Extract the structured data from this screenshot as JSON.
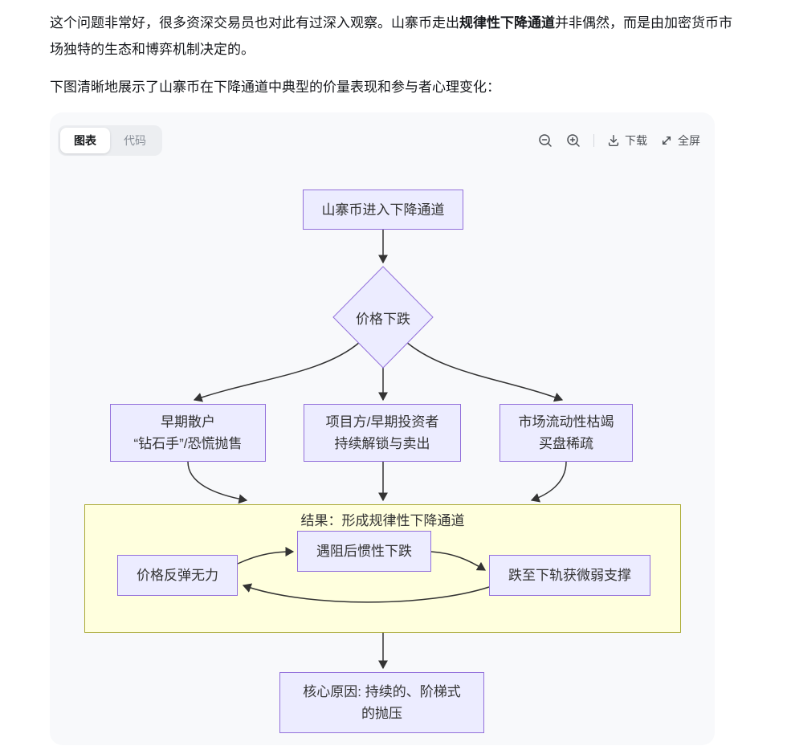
{
  "intro": {
    "p1_before": "这个问题非常好，很多资深交易员也对此有过深入观察。山寨币走出",
    "p1_bold": "规律性下降通道",
    "p1_after": "并非偶然，而是由加密货币市场独特的生态和博弈机制决定的。",
    "p2": "下图清晰地展示了山寨币在下降通道中典型的价量表现和参与者心理变化："
  },
  "panel": {
    "tabs": {
      "chart": "图表",
      "code": "代码"
    },
    "toolbar": {
      "zoom_out_icon": "magnifier-minus",
      "zoom_in_icon": "magnifier-plus",
      "download": "下载",
      "fullscreen": "全屏"
    },
    "colors": {
      "panel_bg": "#F8F9FB",
      "node_fill": "#ECECFF",
      "node_border": "#9370DB",
      "cluster_fill": "#FFFFDE",
      "cluster_border": "#AAAA33",
      "edge": "#333333"
    }
  },
  "flowchart": {
    "nodes": {
      "start": "山寨币进入下降通道",
      "decision": "价格下跌",
      "retail": "早期散户\n“钻石手”/恐慌抛售",
      "team": "项目方/早期投资者\n持续解锁与卖出",
      "liquidity": "市场流动性枯竭\n买盘稀疏",
      "rebound": "价格反弹无力",
      "inertia": "遇阻后惯性下跌",
      "support": "跌至下轨获微弱支撑",
      "conclusion": "核心原因: 持续的、阶梯式\n的抛压"
    },
    "cluster_title": "结果：形成规律性下降通道",
    "edges": [
      {
        "from": "start",
        "to": "decision"
      },
      {
        "from": "decision",
        "to": "retail"
      },
      {
        "from": "decision",
        "to": "team"
      },
      {
        "from": "decision",
        "to": "liquidity"
      },
      {
        "from": "retail",
        "to": "cluster"
      },
      {
        "from": "team",
        "to": "cluster"
      },
      {
        "from": "liquidity",
        "to": "cluster"
      },
      {
        "from": "rebound",
        "to": "inertia"
      },
      {
        "from": "inertia",
        "to": "support"
      },
      {
        "from": "support",
        "to": "rebound"
      },
      {
        "from": "cluster",
        "to": "conclusion"
      }
    ]
  }
}
